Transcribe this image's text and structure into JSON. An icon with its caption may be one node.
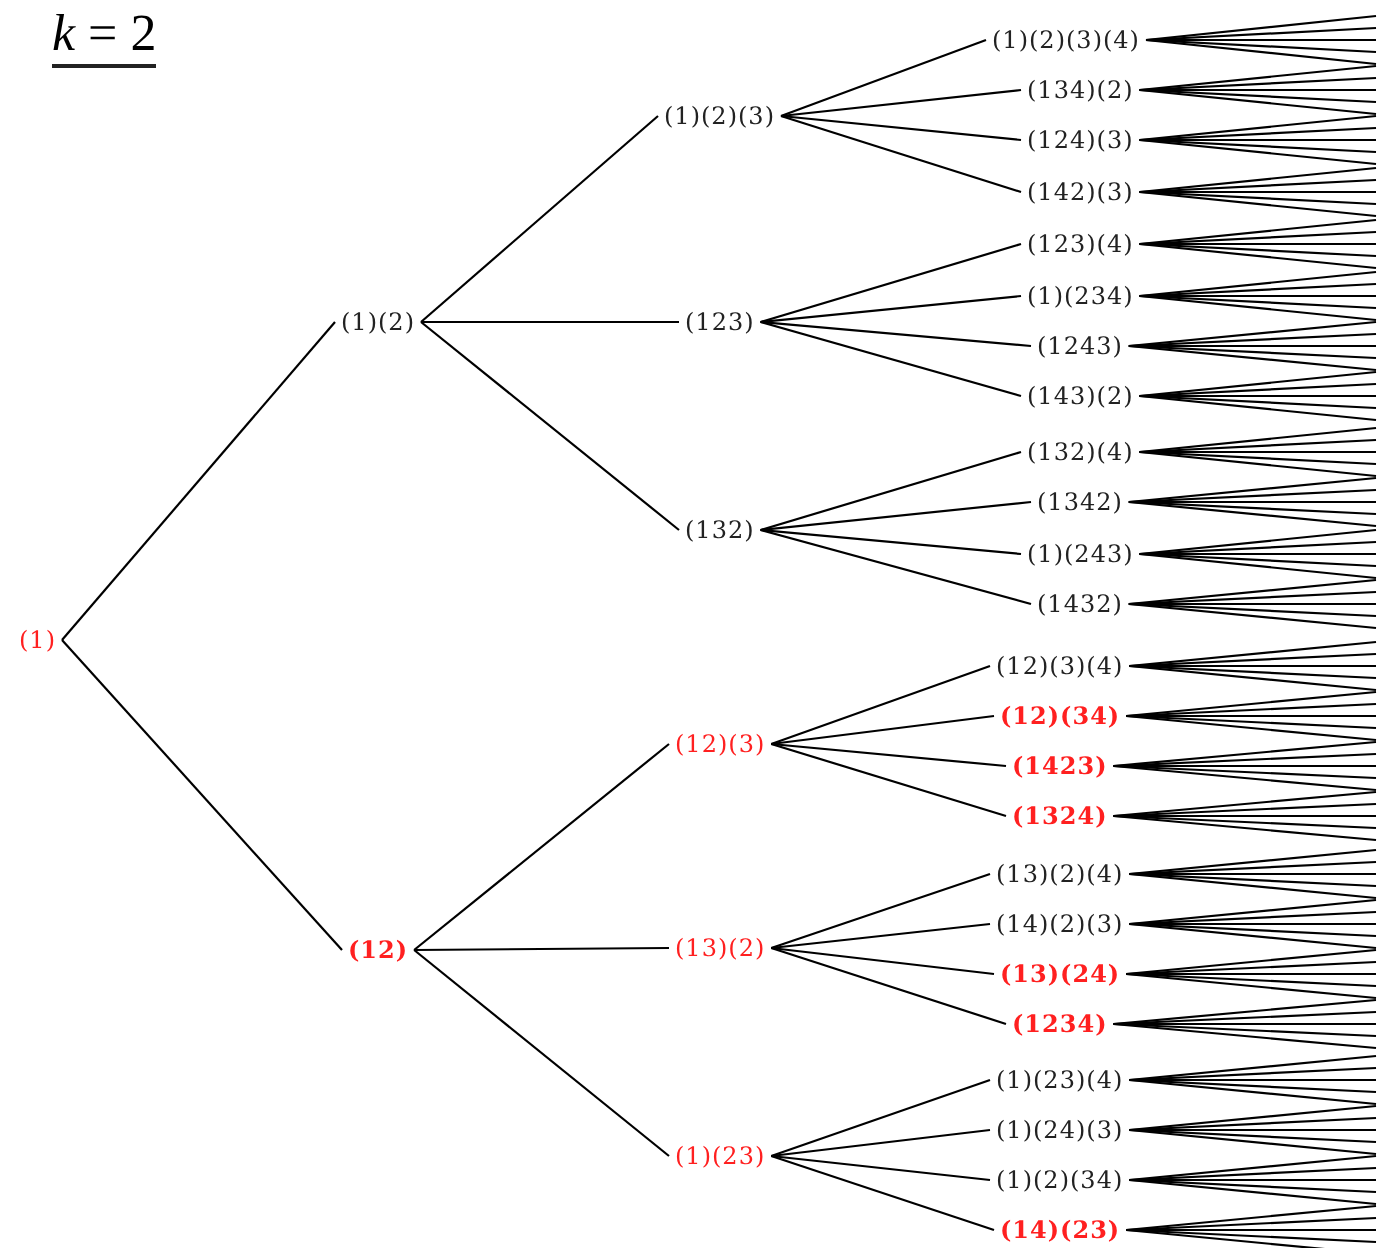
{
  "diagram": {
    "title": "*k* = 2",
    "nodes": [
      {
        "text": [
          "(1)"
        ]
      },
      {
        "text": [
          "(1)(2)"
        ]
      },
      {
        "text": [
          "(12)"
        ]
      },
      {
        "text": [
          "(1)(2)(3)"
        ]
      },
      {
        "text": [
          "(123)"
        ]
      },
      {
        "text": [
          "(132)"
        ]
      },
      {
        "text": [
          "(12)(3)"
        ]
      },
      {
        "text": [
          "(13)(2)"
        ]
      },
      {
        "text": [
          "(1)(23)"
        ]
      },
      {
        "text": [
          "(1)(2)(3)(4)"
        ]
      },
      {
        "text": [
          "(134)(2)"
        ]
      },
      {
        "text": [
          "(124)(3)"
        ]
      },
      {
        "text": [
          "(142)(3)"
        ]
      },
      {
        "text": [
          "(123)(4)"
        ]
      },
      {
        "text": [
          "(1)(234)"
        ]
      },
      {
        "text": [
          "(1243)"
        ]
      },
      {
        "text": [
          "(143)(2)"
        ]
      },
      {
        "text": [
          "(132)(4)"
        ]
      },
      {
        "text": [
          "(1342)"
        ]
      },
      {
        "text": [
          "(1)(243)"
        ]
      },
      {
        "text": [
          "(1432)"
        ]
      },
      {
        "text": [
          "(12)(3)(4)"
        ]
      },
      {
        "text": [
          "(12)(34)"
        ]
      },
      {
        "text": [
          "(1423)"
        ]
      },
      {
        "text": [
          "(1324)"
        ]
      },
      {
        "text": [
          "(13)(2)(4)"
        ]
      },
      {
        "text": [
          "(14)(2)(3)"
        ]
      },
      {
        "text": [
          "(13)(24)"
        ]
      },
      {
        "text": [
          "(1234)"
        ]
      },
      {
        "text": [
          "(1)(23)(4)"
        ]
      },
      {
        "text": [
          "(1)(24)(3)"
        ]
      },
      {
        "text": [
          "(1)(2)(34)"
        ]
      },
      {
        "text": [
          "(14)(23)"
        ]
      }
    ],
    "edges": [
      {
        "from": 0,
        "to": 1,
        "arrow": "none"
      },
      {
        "from": 0,
        "to": 2,
        "arrow": "none"
      },
      {
        "from": 1,
        "to": 3,
        "arrow": "none"
      },
      {
        "from": 1,
        "to": 4,
        "arrow": "none"
      },
      {
        "from": 1,
        "to": 5,
        "arrow": "none"
      },
      {
        "from": 2,
        "to": 6,
        "arrow": "none"
      },
      {
        "from": 2,
        "to": 7,
        "arrow": "none"
      },
      {
        "from": 2,
        "to": 8,
        "arrow": "none"
      },
      {
        "from": 3,
        "to": 9,
        "arrow": "none"
      },
      {
        "from": 3,
        "to": 10,
        "arrow": "none"
      },
      {
        "from": 3,
        "to": 11,
        "arrow": "none"
      },
      {
        "from": 3,
        "to": 12,
        "arrow": "none"
      },
      {
        "from": 4,
        "to": 13,
        "arrow": "none"
      },
      {
        "from": 4,
        "to": 14,
        "arrow": "none"
      },
      {
        "from": 4,
        "to": 15,
        "arrow": "none"
      },
      {
        "from": 4,
        "to": 16,
        "arrow": "none"
      },
      {
        "from": 5,
        "to": 17,
        "arrow": "none"
      },
      {
        "from": 5,
        "to": 18,
        "arrow": "none"
      },
      {
        "from": 5,
        "to": 19,
        "arrow": "none"
      },
      {
        "from": 5,
        "to": 20,
        "arrow": "none"
      },
      {
        "from": 6,
        "to": 21,
        "arrow": "none"
      },
      {
        "from": 6,
        "to": 22,
        "arrow": "none"
      },
      {
        "from": 6,
        "to": 23,
        "arrow": "none"
      },
      {
        "from": 6,
        "to": 24,
        "arrow": "none"
      },
      {
        "from": 7,
        "to": 25,
        "arrow": "none"
      },
      {
        "from": 7,
        "to": 26,
        "arrow": "none"
      },
      {
        "from": 7,
        "to": 27,
        "arrow": "none"
      },
      {
        "from": 7,
        "to": 28,
        "arrow": "none"
      },
      {
        "from": 8,
        "to": 29,
        "arrow": "none"
      },
      {
        "from": 8,
        "to": 30,
        "arrow": "none"
      },
      {
        "from": 8,
        "to": 31,
        "arrow": "none"
      },
      {
        "from": 8,
        "to": 32,
        "arrow": "none"
      },
      {
        "from": 9,
        "to": null,
        "arrow": "none"
      },
      {
        "from": 9,
        "to": null,
        "arrow": "none"
      },
      {
        "from": 9,
        "to": null,
        "arrow": "none"
      },
      {
        "from": 9,
        "to": null,
        "arrow": "none"
      },
      {
        "from": 9,
        "to": null,
        "arrow": "none"
      },
      {
        "from": 10,
        "to": null,
        "arrow": "none"
      },
      {
        "from": 10,
        "to": null,
        "arrow": "none"
      },
      {
        "from": 10,
        "to": null,
        "arrow": "none"
      },
      {
        "from": 10,
        "to": null,
        "arrow": "none"
      },
      {
        "from": 10,
        "to": null,
        "arrow": "none"
      },
      {
        "from": 11,
        "to": null,
        "arrow": "none"
      },
      {
        "from": 11,
        "to": null,
        "arrow": "none"
      },
      {
        "from": 11,
        "to": null,
        "arrow": "none"
      },
      {
        "from": 11,
        "to": null,
        "arrow": "none"
      },
      {
        "from": 11,
        "to": null,
        "arrow": "none"
      },
      {
        "from": 12,
        "to": null,
        "arrow": "none"
      },
      {
        "from": 12,
        "to": null,
        "arrow": "none"
      },
      {
        "from": 12,
        "to": null,
        "arrow": "none"
      },
      {
        "from": 12,
        "to": null,
        "arrow": "none"
      },
      {
        "from": 12,
        "to": null,
        "arrow": "none"
      },
      {
        "from": 13,
        "to": null,
        "arrow": "none"
      },
      {
        "from": 13,
        "to": null,
        "arrow": "none"
      },
      {
        "from": 13,
        "to": null,
        "arrow": "none"
      },
      {
        "from": 13,
        "to": null,
        "arrow": "none"
      },
      {
        "from": 13,
        "to": null,
        "arrow": "none"
      },
      {
        "from": 14,
        "to": null,
        "arrow": "none"
      },
      {
        "from": 14,
        "to": null,
        "arrow": "none"
      },
      {
        "from": 14,
        "to": null,
        "arrow": "none"
      },
      {
        "from": 14,
        "to": null,
        "arrow": "none"
      },
      {
        "from": 14,
        "to": null,
        "arrow": "none"
      },
      {
        "from": 15,
        "to": null,
        "arrow": "none"
      },
      {
        "from": 15,
        "to": null,
        "arrow": "none"
      },
      {
        "from": 15,
        "to": null,
        "arrow": "none"
      },
      {
        "from": 15,
        "to": null,
        "arrow": "none"
      },
      {
        "from": 15,
        "to": null,
        "arrow": "none"
      },
      {
        "from": 16,
        "to": null,
        "arrow": "none"
      },
      {
        "from": 16,
        "to": null,
        "arrow": "none"
      },
      {
        "from": 16,
        "to": null,
        "arrow": "none"
      },
      {
        "from": 16,
        "to": null,
        "arrow": "none"
      },
      {
        "from": 16,
        "to": null,
        "arrow": "none"
      },
      {
        "from": 17,
        "to": null,
        "arrow": "none"
      },
      {
        "from": 17,
        "to": null,
        "arrow": "none"
      },
      {
        "from": 17,
        "to": null,
        "arrow": "none"
      },
      {
        "from": 17,
        "to": null,
        "arrow": "none"
      },
      {
        "from": 17,
        "to": null,
        "arrow": "none"
      },
      {
        "from": 18,
        "to": null,
        "arrow": "none"
      },
      {
        "from": 18,
        "to": null,
        "arrow": "none"
      },
      {
        "from": 18,
        "to": null,
        "arrow": "none"
      },
      {
        "from": 18,
        "to": null,
        "arrow": "none"
      },
      {
        "from": 18,
        "to": null,
        "arrow": "none"
      },
      {
        "from": 19,
        "to": null,
        "arrow": "none"
      },
      {
        "from": 19,
        "to": null,
        "arrow": "none"
      },
      {
        "from": 19,
        "to": null,
        "arrow": "none"
      },
      {
        "from": 19,
        "to": null,
        "arrow": "none"
      },
      {
        "from": 19,
        "to": null,
        "arrow": "none"
      },
      {
        "from": 20,
        "to": null,
        "arrow": "none"
      },
      {
        "from": 20,
        "to": null,
        "arrow": "none"
      },
      {
        "from": 20,
        "to": null,
        "arrow": "none"
      },
      {
        "from": 20,
        "to": null,
        "arrow": "none"
      },
      {
        "from": 20,
        "to": null,
        "arrow": "none"
      },
      {
        "from": 21,
        "to": null,
        "arrow": "none"
      },
      {
        "from": 21,
        "to": null,
        "arrow": "none"
      },
      {
        "from": 21,
        "to": null,
        "arrow": "none"
      },
      {
        "from": 21,
        "to": null,
        "arrow": "none"
      },
      {
        "from": 21,
        "to": null,
        "arrow": "none"
      },
      {
        "from": 22,
        "to": null,
        "arrow": "none"
      },
      {
        "from": 22,
        "to": null,
        "arrow": "none"
      },
      {
        "from": 22,
        "to": null,
        "arrow": "none"
      },
      {
        "from": 22,
        "to": null,
        "arrow": "none"
      },
      {
        "from": 22,
        "to": null,
        "arrow": "none"
      },
      {
        "from": 23,
        "to": null,
        "arrow": "none"
      },
      {
        "from": 23,
        "to": null,
        "arrow": "none"
      },
      {
        "from": 23,
        "to": null,
        "arrow": "none"
      },
      {
        "from": 23,
        "to": null,
        "arrow": "none"
      },
      {
        "from": 23,
        "to": null,
        "arrow": "none"
      },
      {
        "from": 24,
        "to": null,
        "arrow": "none"
      },
      {
        "from": 24,
        "to": null,
        "arrow": "none"
      },
      {
        "from": 24,
        "to": null,
        "arrow": "none"
      },
      {
        "from": 24,
        "to": null,
        "arrow": "none"
      },
      {
        "from": 24,
        "to": null,
        "arrow": "none"
      },
      {
        "from": 25,
        "to": null,
        "arrow": "none"
      },
      {
        "from": 25,
        "to": null,
        "arrow": "none"
      },
      {
        "from": 25,
        "to": null,
        "arrow": "none"
      },
      {
        "from": 25,
        "to": null,
        "arrow": "none"
      },
      {
        "from": 25,
        "to": null,
        "arrow": "none"
      },
      {
        "from": 26,
        "to": null,
        "arrow": "none"
      },
      {
        "from": 26,
        "to": null,
        "arrow": "none"
      },
      {
        "from": 26,
        "to": null,
        "arrow": "none"
      },
      {
        "from": 26,
        "to": null,
        "arrow": "none"
      },
      {
        "from": 26,
        "to": null,
        "arrow": "none"
      },
      {
        "from": 27,
        "to": null,
        "arrow": "none"
      },
      {
        "from": 27,
        "to": null,
        "arrow": "none"
      },
      {
        "from": 27,
        "to": null,
        "arrow": "none"
      },
      {
        "from": 27,
        "to": null,
        "arrow": "none"
      },
      {
        "from": 27,
        "to": null,
        "arrow": "none"
      },
      {
        "from": 28,
        "to": null,
        "arrow": "none"
      },
      {
        "from": 28,
        "to": null,
        "arrow": "none"
      },
      {
        "from": 28,
        "to": null,
        "arrow": "none"
      },
      {
        "from": 28,
        "to": null,
        "arrow": "none"
      },
      {
        "from": 28,
        "to": null,
        "arrow": "none"
      },
      {
        "from": 29,
        "to": null,
        "arrow": "none"
      },
      {
        "from": 29,
        "to": null,
        "arrow": "none"
      },
      {
        "from": 29,
        "to": null,
        "arrow": "none"
      },
      {
        "from": 29,
        "to": null,
        "arrow": "none"
      },
      {
        "from": 29,
        "to": null,
        "arrow": "none"
      },
      {
        "from": 30,
        "to": null,
        "arrow": "none"
      },
      {
        "from": 30,
        "to": null,
        "arrow": "none"
      },
      {
        "from": 30,
        "to": null,
        "arrow": "none"
      },
      {
        "from": 30,
        "to": null,
        "arrow": "none"
      },
      {
        "from": 30,
        "to": null,
        "arrow": "none"
      },
      {
        "from": 31,
        "to": null,
        "arrow": "none"
      },
      {
        "from": 31,
        "to": null,
        "arrow": "none"
      },
      {
        "from": 31,
        "to": null,
        "arrow": "none"
      },
      {
        "from": 31,
        "to": null,
        "arrow": "none"
      },
      {
        "from": 31,
        "to": null,
        "arrow": "none"
      },
      {
        "from": 32,
        "to": null,
        "arrow": "none"
      },
      {
        "from": 32,
        "to": null,
        "arrow": "none"
      },
      {
        "from": 32,
        "to": null,
        "arrow": "none"
      },
      {
        "from": 32,
        "to": null,
        "arrow": "none"
      },
      {
        "from": 32,
        "to": null,
        "arrow": "none"
      }
    ]
  }
}
